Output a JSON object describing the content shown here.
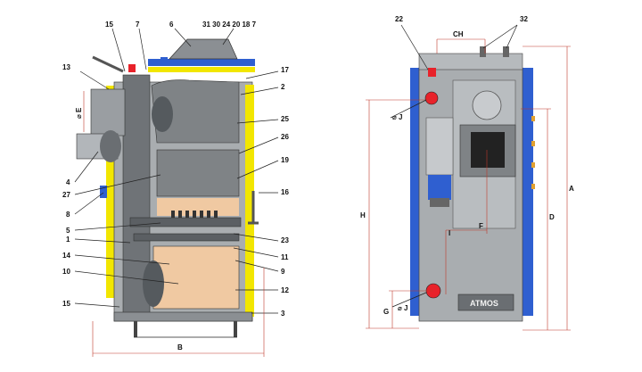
{
  "left_view": {
    "callouts": {
      "c15_top": "15",
      "c7": "7",
      "c6": "6",
      "c_top_right": "31 30 24 20 18 7",
      "c13": "13",
      "c17": "17",
      "c2": "2",
      "c25": "25",
      "c26": "26",
      "c19": "19",
      "c16": "16",
      "c4": "4",
      "c27": "27",
      "c8": "8",
      "c5": "5",
      "c1": "1",
      "c23": "23",
      "c11": "11",
      "c14": "14",
      "c9": "9",
      "c10": "10",
      "c12": "12",
      "c15_bot": "15",
      "c3": "3"
    },
    "phi_e": "⌀ E",
    "dim_b": "B"
  },
  "right_view": {
    "callouts": {
      "c22": "22",
      "c32": "32"
    },
    "dims": {
      "ch": "CH",
      "j_top": "⌀ J",
      "j_bot": "⌀ J",
      "h": "H",
      "d": "D",
      "a": "A",
      "g": "G",
      "i": "I",
      "f": "F"
    },
    "brand": "ATMOS"
  },
  "colors": {
    "blue": "#2f5fd0",
    "yellow": "#f2e600",
    "grey": "#a9adb0",
    "dark": "#5b5f63",
    "chamber": "#7f8386",
    "ash": "#f0c9a2",
    "red": "#e8222a"
  }
}
